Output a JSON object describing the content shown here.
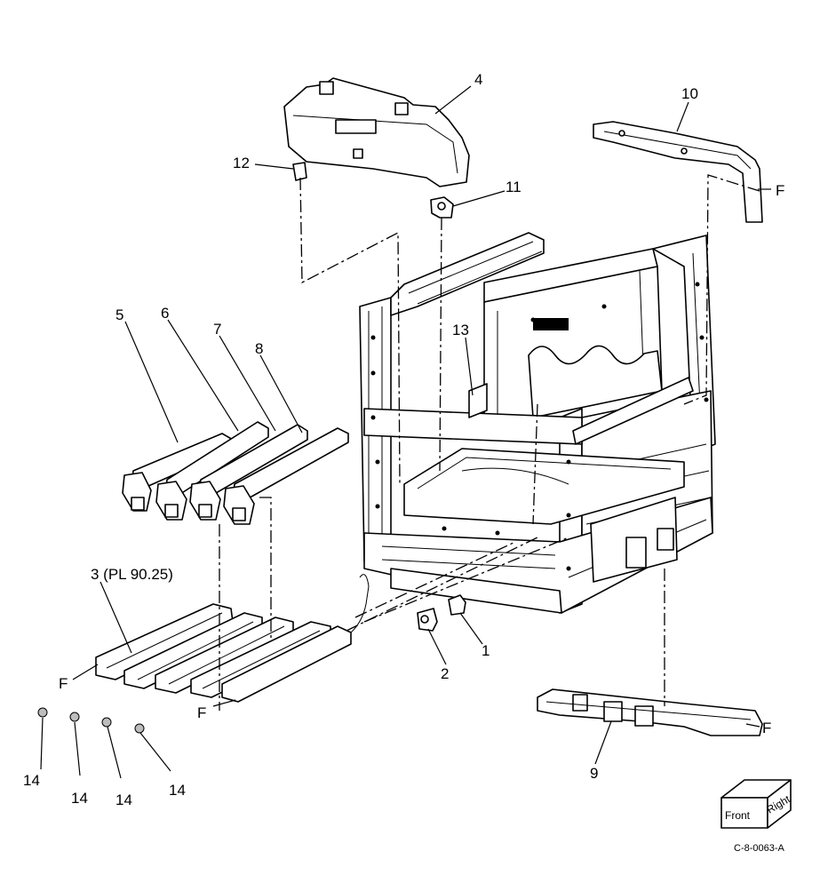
{
  "labels": {
    "p1": "1",
    "p2": "2",
    "p3": "3 (PL 90.25)",
    "p4": "4",
    "p5": "5",
    "p6": "6",
    "p7": "7",
    "p8": "8",
    "p9": "9",
    "p10": "10",
    "p11": "11",
    "p12": "12",
    "p13": "13",
    "p14a": "14",
    "p14b": "14",
    "p14c": "14",
    "p14d": "14",
    "f_right_top": "F",
    "f_left": "F",
    "f_bottom": "F",
    "f_right_bottom": "F"
  },
  "cube": {
    "front": "Front",
    "right": "Right"
  },
  "drawing_id": "C-8-0063-A"
}
